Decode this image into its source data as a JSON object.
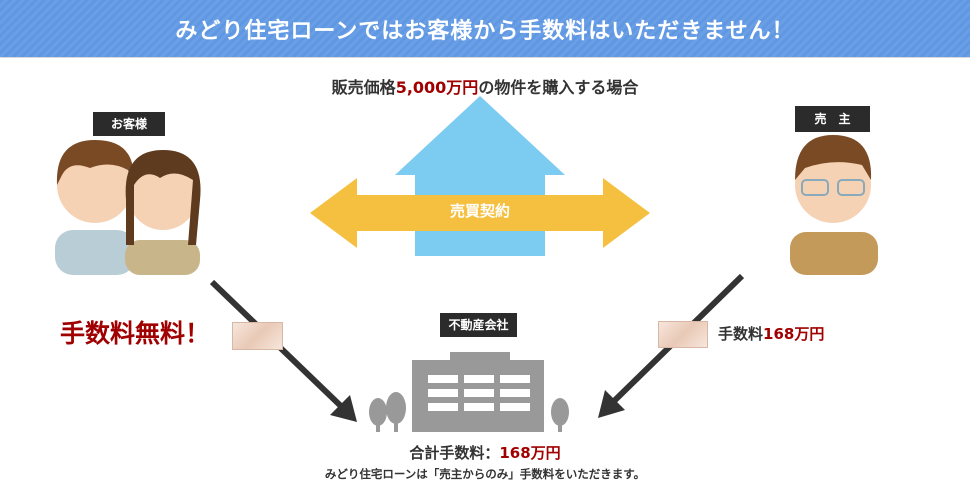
{
  "header": {
    "title": "みどり住宅ローンではお客様から手数料はいただきません！"
  },
  "caption": {
    "prefix": "販売価格",
    "price": "5,000万円",
    "suffix": "の物件を購入する場合"
  },
  "labels": {
    "customer": "お客様",
    "seller": "売　主",
    "agency": "不動産会社",
    "contract": "売買契約"
  },
  "left_fee": {
    "text": "手数料無料！"
  },
  "right_fee": {
    "label": "手数料",
    "amount": "168万円"
  },
  "total": {
    "label": "合計手数料：",
    "amount": "168万円"
  },
  "note": "みどり住宅ローンは「売主からのみ」手数料をいただきます。",
  "colors": {
    "header": "#5f97e2",
    "house": "#7ccbf0",
    "arrow": "#f5c040",
    "accent": "#a10000"
  }
}
